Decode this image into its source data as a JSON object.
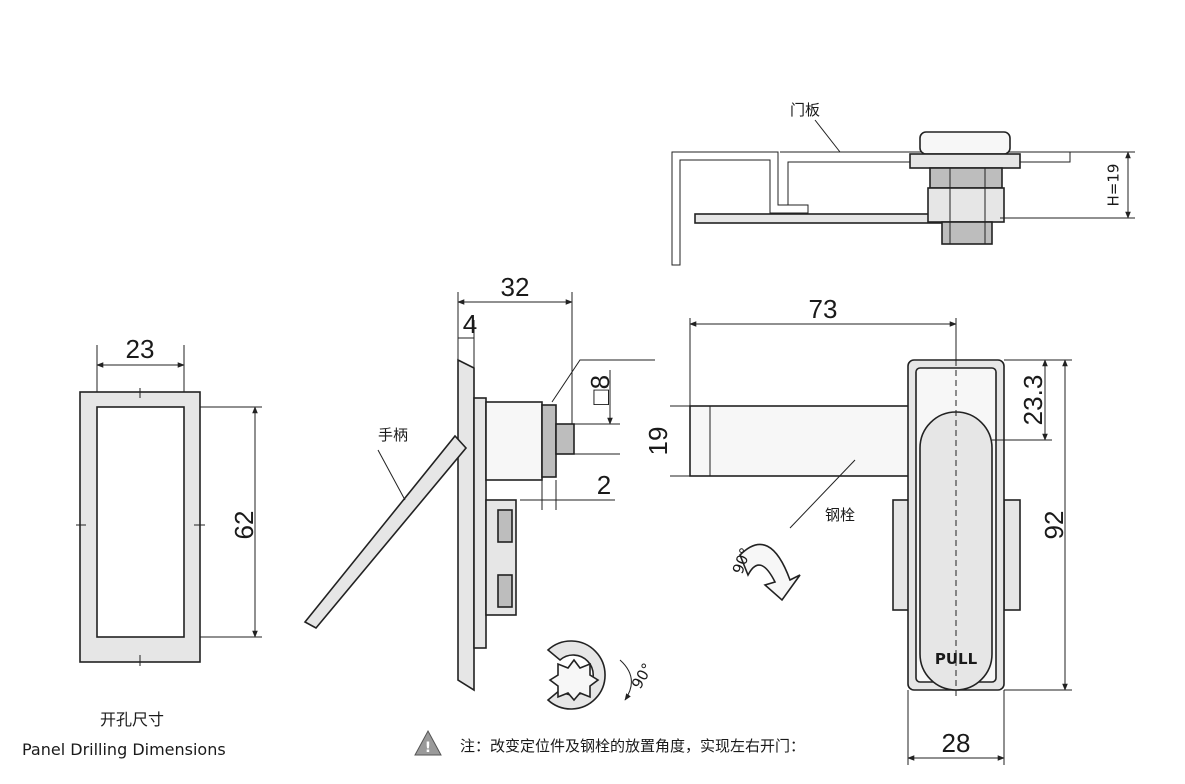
{
  "labels": {
    "door_panel": "门板",
    "height": "H=19",
    "handle": "手柄",
    "bolt": "钢栓",
    "pull": "PULL",
    "rotation_a": "90°",
    "rotation_b": "90°"
  },
  "dimensions": {
    "cutout_width": "23",
    "cutout_height": "62",
    "side_depth": "32",
    "side_thickness": "4",
    "square": "□8",
    "diameter": "19",
    "gap": "2",
    "bolt_length": "73",
    "top_offset": "23.3",
    "body_height": "92",
    "body_width": "28"
  },
  "captions": {
    "drilling_cn": "开孔尺寸",
    "drilling_en": "Panel Drilling Dimensions",
    "note": "注：改变定位件及钢栓的放置角度，实现左右开门："
  },
  "note_icon": "warning-triangle-icon"
}
